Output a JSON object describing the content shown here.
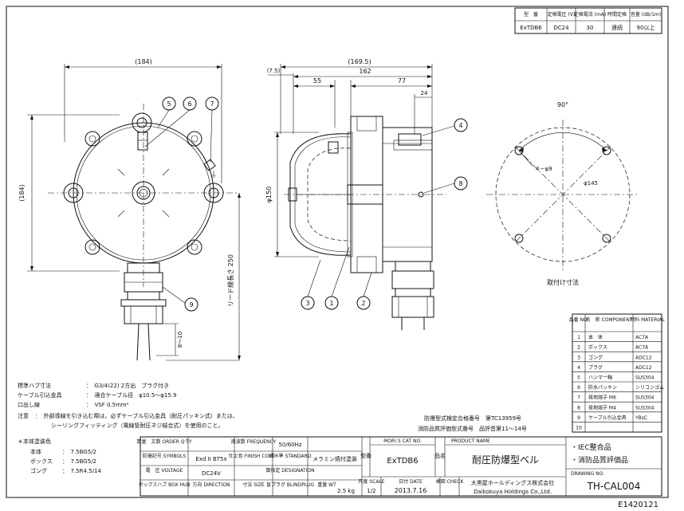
{
  "spec_table": {
    "headers": [
      "型　番",
      "定格電圧\n(V)",
      "定格電流\n(mA)",
      "時間定格",
      "音量\n(dB/1m)"
    ],
    "row": [
      "ExTDB6",
      "DC24",
      "30",
      "連続",
      "90以上"
    ]
  },
  "dims": {
    "front_width": "(184)",
    "front_height": "(184)",
    "side_total": "(169.5)",
    "side_162": "162",
    "side_7_5": "(7.5)",
    "side_55": "55",
    "side_77": "77",
    "side_24": "24",
    "side_dia": "φ150",
    "cable_len": "リード線長さ 250",
    "plug_len": "8～10",
    "mount_angle": "90°",
    "mount_hole": "4－φ9",
    "mount_pcd": "φ145",
    "mount_label": "取付け寸法"
  },
  "callouts": [
    "1",
    "2",
    "3",
    "4",
    "5",
    "6",
    "7",
    "8",
    "9"
  ],
  "notes": {
    "l1_label": "標準ハブ寸法",
    "l1_value": "：　G3/4(22) 2方出　プラグ付き",
    "l2_label": "ケーブル引込金具",
    "l2_value": "：　適合ケーブル径　φ10.5～φ15.9",
    "l3_label": "口出し線",
    "l3_value": "：　VSF 0.5mm²",
    "l4_label": "注意",
    "l4_value": "：　外部導線を引き込む際は、必ずケーブル引込金具（耐圧パッキン式）または、",
    "l5_value": "シーリングフィッティング（電線管耐圧ネジ結合式）を使用のこと。",
    "approval1": "防爆型式検定合格番号　第TC13959号",
    "approval2": "消防品質評価型式番号　品評音第11～14号"
  },
  "paint": {
    "title": "＊本体塗装色",
    "rows": [
      {
        "part": "本体",
        "value": "：　7.5BG5/2"
      },
      {
        "part": "ボックス",
        "value": "：　7.5BG5/2"
      },
      {
        "part": "ゴング",
        "value": "：　7.5R4.5/14"
      }
    ]
  },
  "parts": {
    "headers": [
      "品番\nNO.",
      "名　称\nCOMPONENT",
      "材料\nMATERIAL"
    ],
    "rows": [
      [
        "1",
        "本　体",
        "AC7A"
      ],
      [
        "2",
        "ボックス",
        "AC7A"
      ],
      [
        "3",
        "ゴング",
        "ADC12"
      ],
      [
        "4",
        "プラグ",
        "ADC12"
      ],
      [
        "5",
        "ハンマー軸",
        "SUS304"
      ],
      [
        "6",
        "防水パッキン",
        "シリコンゴム"
      ],
      [
        "7",
        "接地端子 M6",
        "SUS304"
      ],
      [
        "8",
        "接地端子 M4",
        "SUS304"
      ],
      [
        "9",
        "ケーブル引込金具",
        "YBsC"
      ],
      [
        "10",
        "",
        ""
      ]
    ]
  },
  "title_block": {
    "protect_label": "防爆記号\nSYMBOLS",
    "protect_value": "Exd II BT5x",
    "order_label": "数量　文数\nORDER Q'TY",
    "freq_label": "周波数\nFREQUENCY",
    "freq_value": "50/60Hz",
    "finish_label": "仕上色\nFINISH COLOR",
    "std_label": "標　準\nSTANDARD",
    "std_value": "メラミン焼付塗装",
    "volt_label": "電　圧\nVOLTAGE",
    "volt_value": "DC24V",
    "desig_label": "御指定\nDESIGNATION",
    "hub_label": "ボックスハブ\nBOX HUB",
    "dir_label": "方向\nDIRECTION",
    "size_label": "寸法\nSIZE",
    "plug_label": "盲プラグ\nBLINDPLUG",
    "weight_label": "重量\nWT",
    "weight_value": "2.5 kg",
    "model_label": "型番",
    "cat_label": "MORI S CAT NO.",
    "cat_value": "ExTDB6",
    "name_label": "品名",
    "name_en": "PRODUCT NAME",
    "name_value": "耐圧防爆型ベル",
    "scale_label": "尺度\nSCALE",
    "scale_value": "1/2",
    "date_label": "日付\nDATE",
    "date_value": "2013.7.16",
    "check_label": "検図\nCHECK",
    "company_jp": "大黒屋ホールディングス株式会社",
    "company_en": "Daikokuya Holdings Co.,Ltd.",
    "drawing_no_label": "DRAWING NO.",
    "drawing_no": "TH-CAL004",
    "feature1": "・IEC整合品",
    "feature2": "・消防品質評価品"
  },
  "doc_code": "E1420121"
}
